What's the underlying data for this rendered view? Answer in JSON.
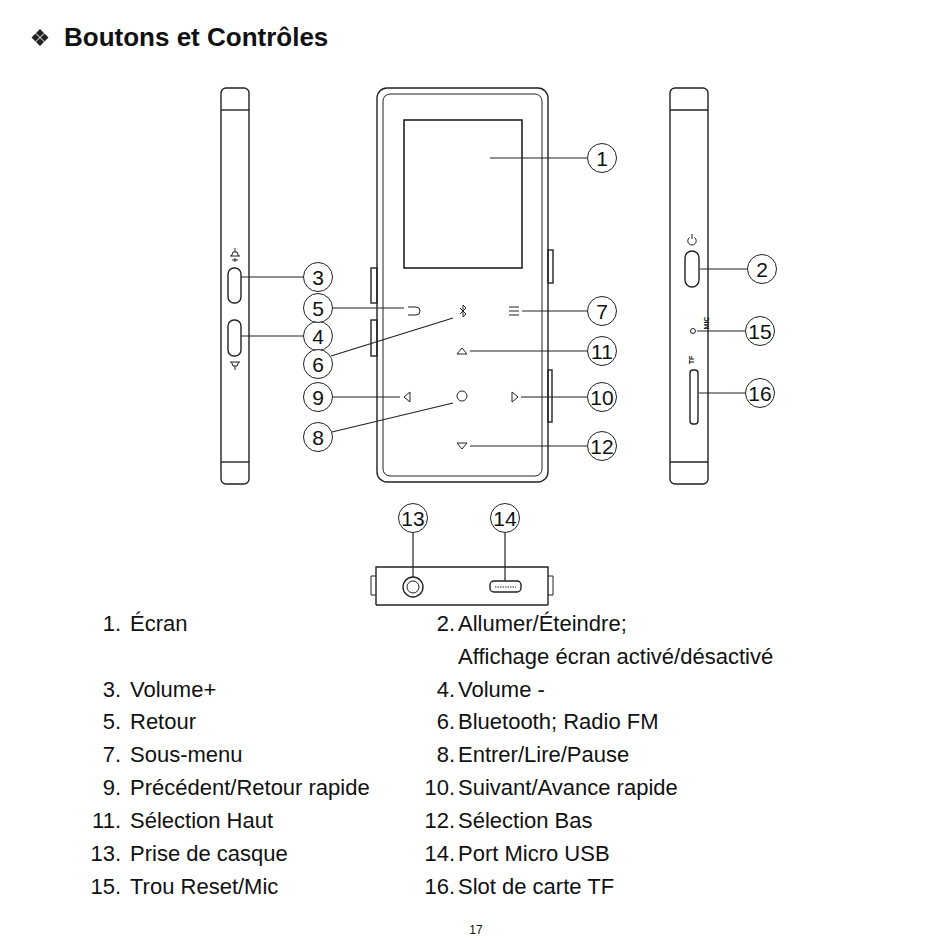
{
  "diagram": {
    "title": "Boutons et Contrôles",
    "nodes": [
      {
        "text": [
          "1"
        ]
      },
      {
        "text": [
          "2"
        ]
      },
      {
        "text": [
          "3"
        ]
      },
      {
        "text": [
          "4"
        ]
      },
      {
        "text": [
          "5"
        ]
      },
      {
        "text": [
          "6"
        ]
      },
      {
        "text": [
          "7"
        ]
      },
      {
        "text": [
          "8"
        ]
      },
      {
        "text": [
          "9"
        ]
      },
      {
        "text": [
          "10"
        ]
      },
      {
        "text": [
          "11"
        ]
      },
      {
        "text": [
          "12"
        ]
      },
      {
        "text": [
          "13"
        ]
      },
      {
        "text": [
          "14"
        ]
      },
      {
        "text": [
          "15"
        ]
      },
      {
        "text": [
          "16"
        ]
      }
    ],
    "labels": [
      "MIC",
      "TF",
      "1.",
      "Écran",
      "2.",
      "Allumer/Éteindre;",
      "Affichage écran activé/désactivé",
      "3.",
      "Volume+",
      "4.",
      "Volume -",
      "5.",
      "Retour",
      "6.",
      "Bluetooth; Radio FM",
      "7.",
      "Sous-menu",
      "8.",
      "Entrer/Lire/Pause",
      "9.",
      "Précédent/Retour rapide",
      "10.",
      "Suivant/Avance rapide",
      "11.",
      "Sélection Haut",
      "12.",
      "Sélection Bas",
      "13.",
      "Prise de casque",
      "14.",
      "Port Micro USB",
      "15.",
      "Trou Reset/Mic",
      "16.",
      "Slot de carte TF",
      "17"
    ]
  }
}
